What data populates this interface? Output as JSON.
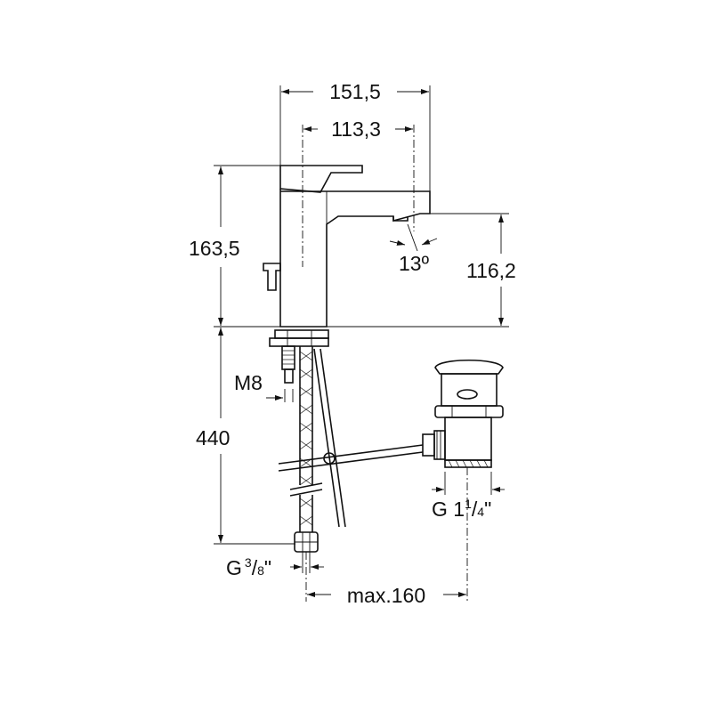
{
  "dimensions": {
    "overall_width": "151,5",
    "spout_reach": "113,3",
    "body_height": "163,5",
    "spout_height": "116,2",
    "spout_angle": "13º",
    "rod_thread": "M8",
    "hose_length": "440",
    "hose_thread": {
      "prefix": "G",
      "num": "3",
      "den": "8",
      "suffix": "\""
    },
    "waste_thread": {
      "prefix": "G 1",
      "num": "1",
      "den": "4",
      "suffix": "\""
    },
    "max_distance": "max.160"
  }
}
